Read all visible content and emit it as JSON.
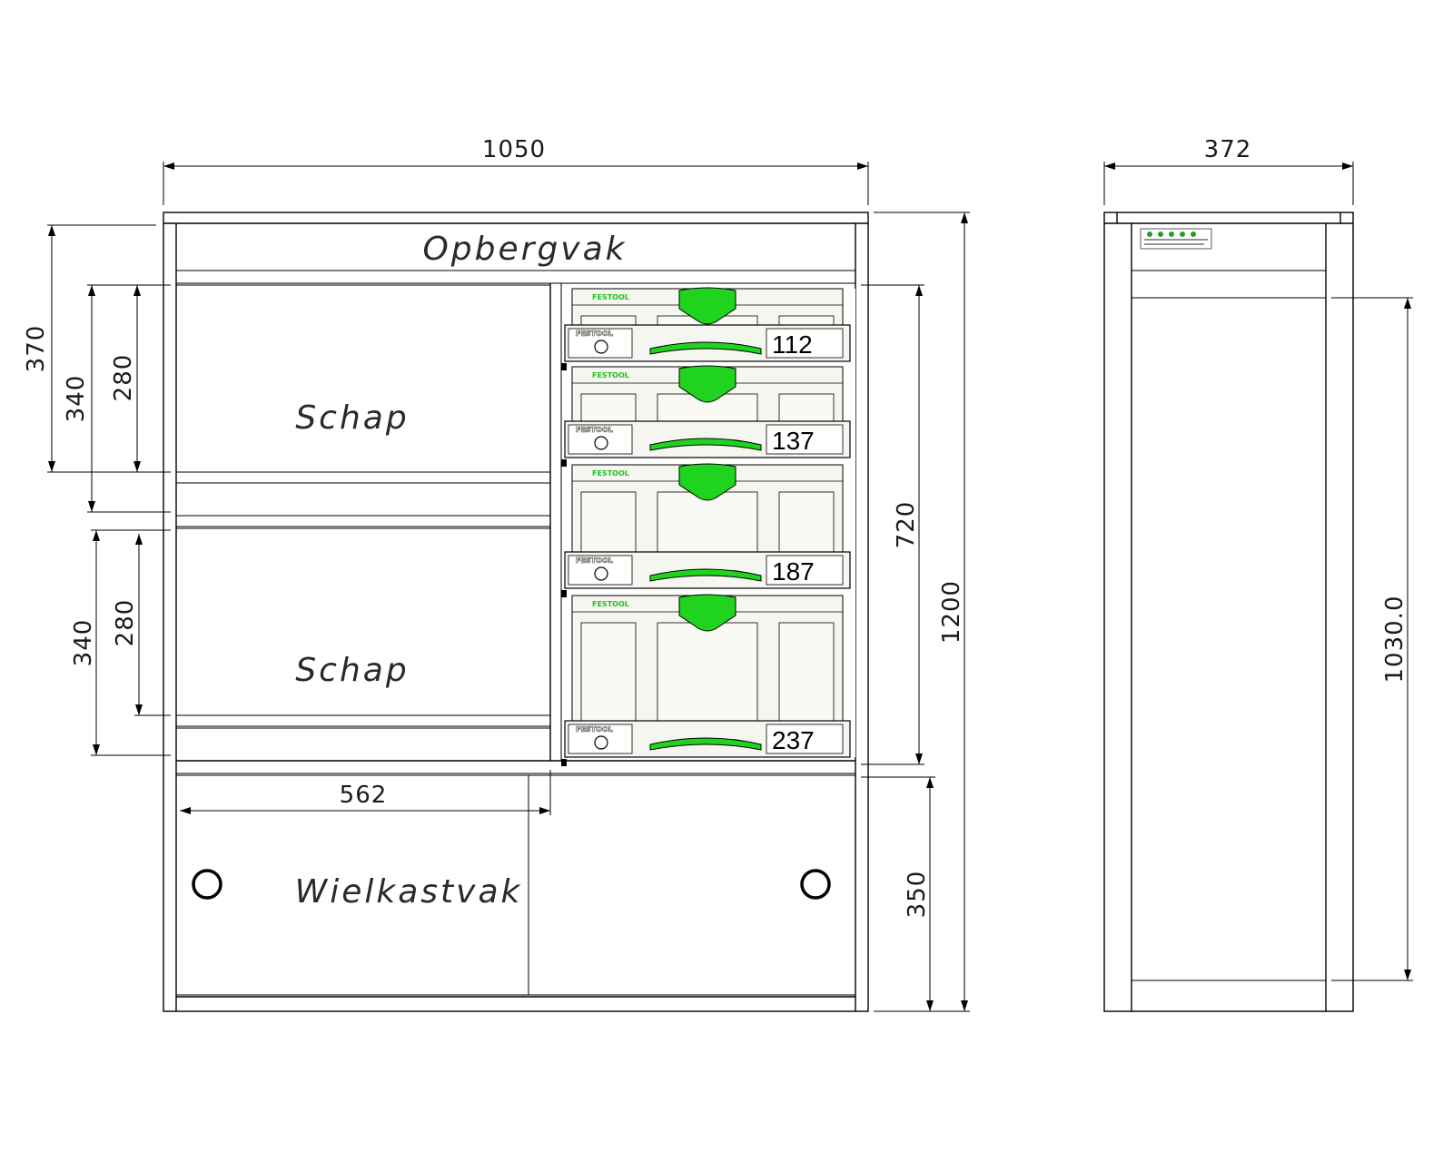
{
  "front_view": {
    "width_label": "1050",
    "height_label": "1200",
    "dims_left": [
      "370",
      "340",
      "280",
      "340",
      "280"
    ],
    "dim_right_systainers": "720",
    "dim_right_wheel": "350",
    "dim_inner_width": "562",
    "compartments": {
      "top": "Opbergvak",
      "shelf_upper": "Schap",
      "shelf_lower": "Schap",
      "bottom": "Wielkastvak"
    },
    "systainers": [
      {
        "size": "112",
        "brand": "FESTOOL"
      },
      {
        "size": "137",
        "brand": "FESTOOL"
      },
      {
        "size": "187",
        "brand": "FESTOOL"
      },
      {
        "size": "237",
        "brand": "FESTOOL"
      }
    ]
  },
  "side_view": {
    "depth_label": "372",
    "inner_height_label": "1030.0"
  },
  "colors": {
    "panel_light": "#dedede",
    "shelf_dark": "#808080",
    "systainer_body": "#f6f6f0",
    "handle_green": "#1fd31f",
    "brand_green": "#19c419"
  }
}
